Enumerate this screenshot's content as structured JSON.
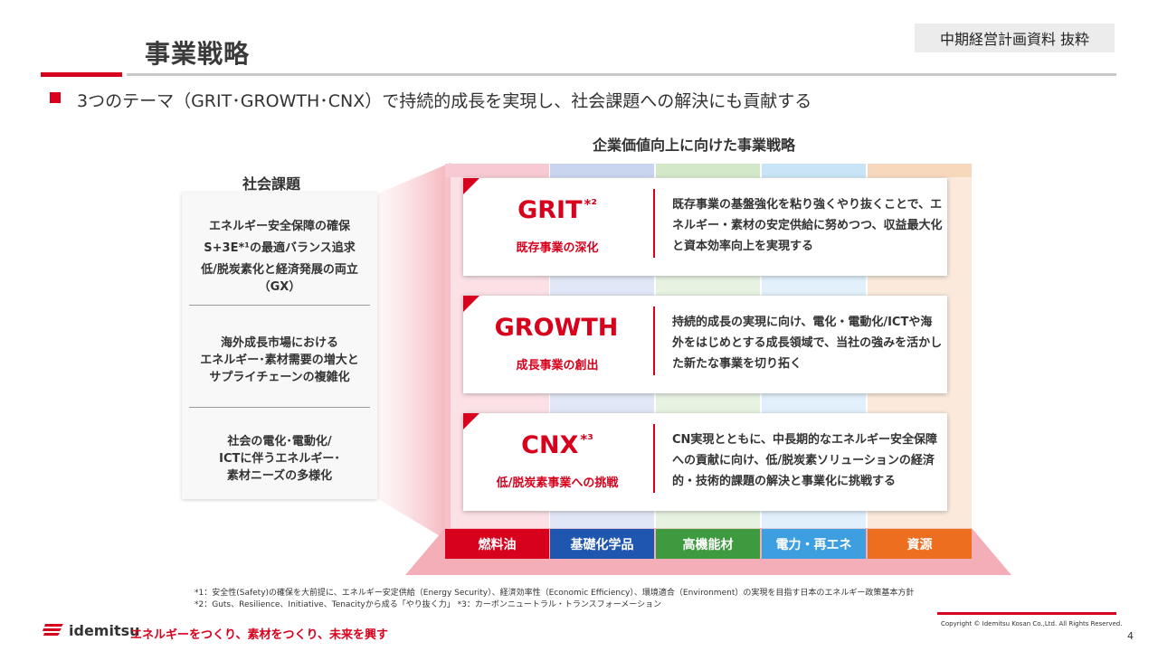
{
  "header": {
    "title": "事業戦略",
    "badge": "中期経営計画資料 抜粋",
    "lead": "3つのテーマ（GRIT･GROWTH･CNX）で持続的成長を実現し、社会課題への解決にも貢献する"
  },
  "strategy_title": "企業価値向上に向けた事業戦略",
  "social_issues": {
    "heading": "社会課題",
    "groups": [
      {
        "lines": [
          "エネルギー安全保障の確保",
          "S+3E*¹の最適バランス追求",
          "低/脱炭素化と経済発展の両立",
          "（GX）"
        ]
      },
      {
        "lines": [
          "海外成長市場における",
          "エネルギー･素材需要の増大と",
          "サプライチェーンの複雑化"
        ]
      },
      {
        "lines": [
          "社会の電化･電動化/",
          "ICTに伴うエネルギー･",
          "素材ニーズの多様化"
        ]
      }
    ]
  },
  "themes": [
    {
      "name": "GRIT",
      "sup": "*²",
      "subtitle": "既存事業の深化",
      "description": "既存事業の基盤強化を粘り強くやり抜くことで、エネルギー・素材の安定供給に努めつつ、収益最大化と資本効率向上を実現する"
    },
    {
      "name": "GROWTH",
      "sup": "",
      "subtitle": "成長事業の創出",
      "description": "持続的成長の実現に向け、電化・電動化/ICTや海外をはじめとする成長領域で、当社の強みを活かした新たな事業を切り拓く"
    },
    {
      "name": "CNX",
      "sup": "*³",
      "subtitle": "低/脱炭素事業への挑戦",
      "description": "CN実現とともに、中長期的なエネルギー安全保障への貢献に向け、低/脱炭素ソリューションの経済的・技術的課題の解決と事業化に挑戦する"
    }
  ],
  "segments": [
    {
      "label": "燃料油",
      "color": "#d7001d",
      "tint": "#f7c9d2"
    },
    {
      "label": "基礎化学品",
      "color": "#1f56b0",
      "tint": "#c9d4ee"
    },
    {
      "label": "高機能材",
      "color": "#3e9a3e",
      "tint": "#d3e8c8"
    },
    {
      "label": "電力・再エネ",
      "color": "#3d9ee0",
      "tint": "#c8e4f6"
    },
    {
      "label": "資源",
      "color": "#ec6e1e",
      "tint": "#f8d8bd"
    }
  ],
  "notes": [
    "*1：安全性(Safety)の確保を大前提に、エネルギー安定供給（Energy Security）、経済効率性（Economic Efficiency）、環境適合（Environment）の実現を目指す日本のエネルギー政策基本方針",
    "*2：Guts、Resilience、Initiative、Tenacityから成る「やり抜く力」 *3：カーボンニュートラル・トランスフォーメーション"
  ],
  "footer": {
    "logo": "idemitsu",
    "slogan": "エネルギーをつくり、素材をつくり、未来を興す",
    "copyright": "Copyright © Idemitsu Kosan Co.,Ltd.  All Rights Reserved.",
    "page": "4"
  },
  "colors": {
    "brand_red": "#d7001d"
  }
}
